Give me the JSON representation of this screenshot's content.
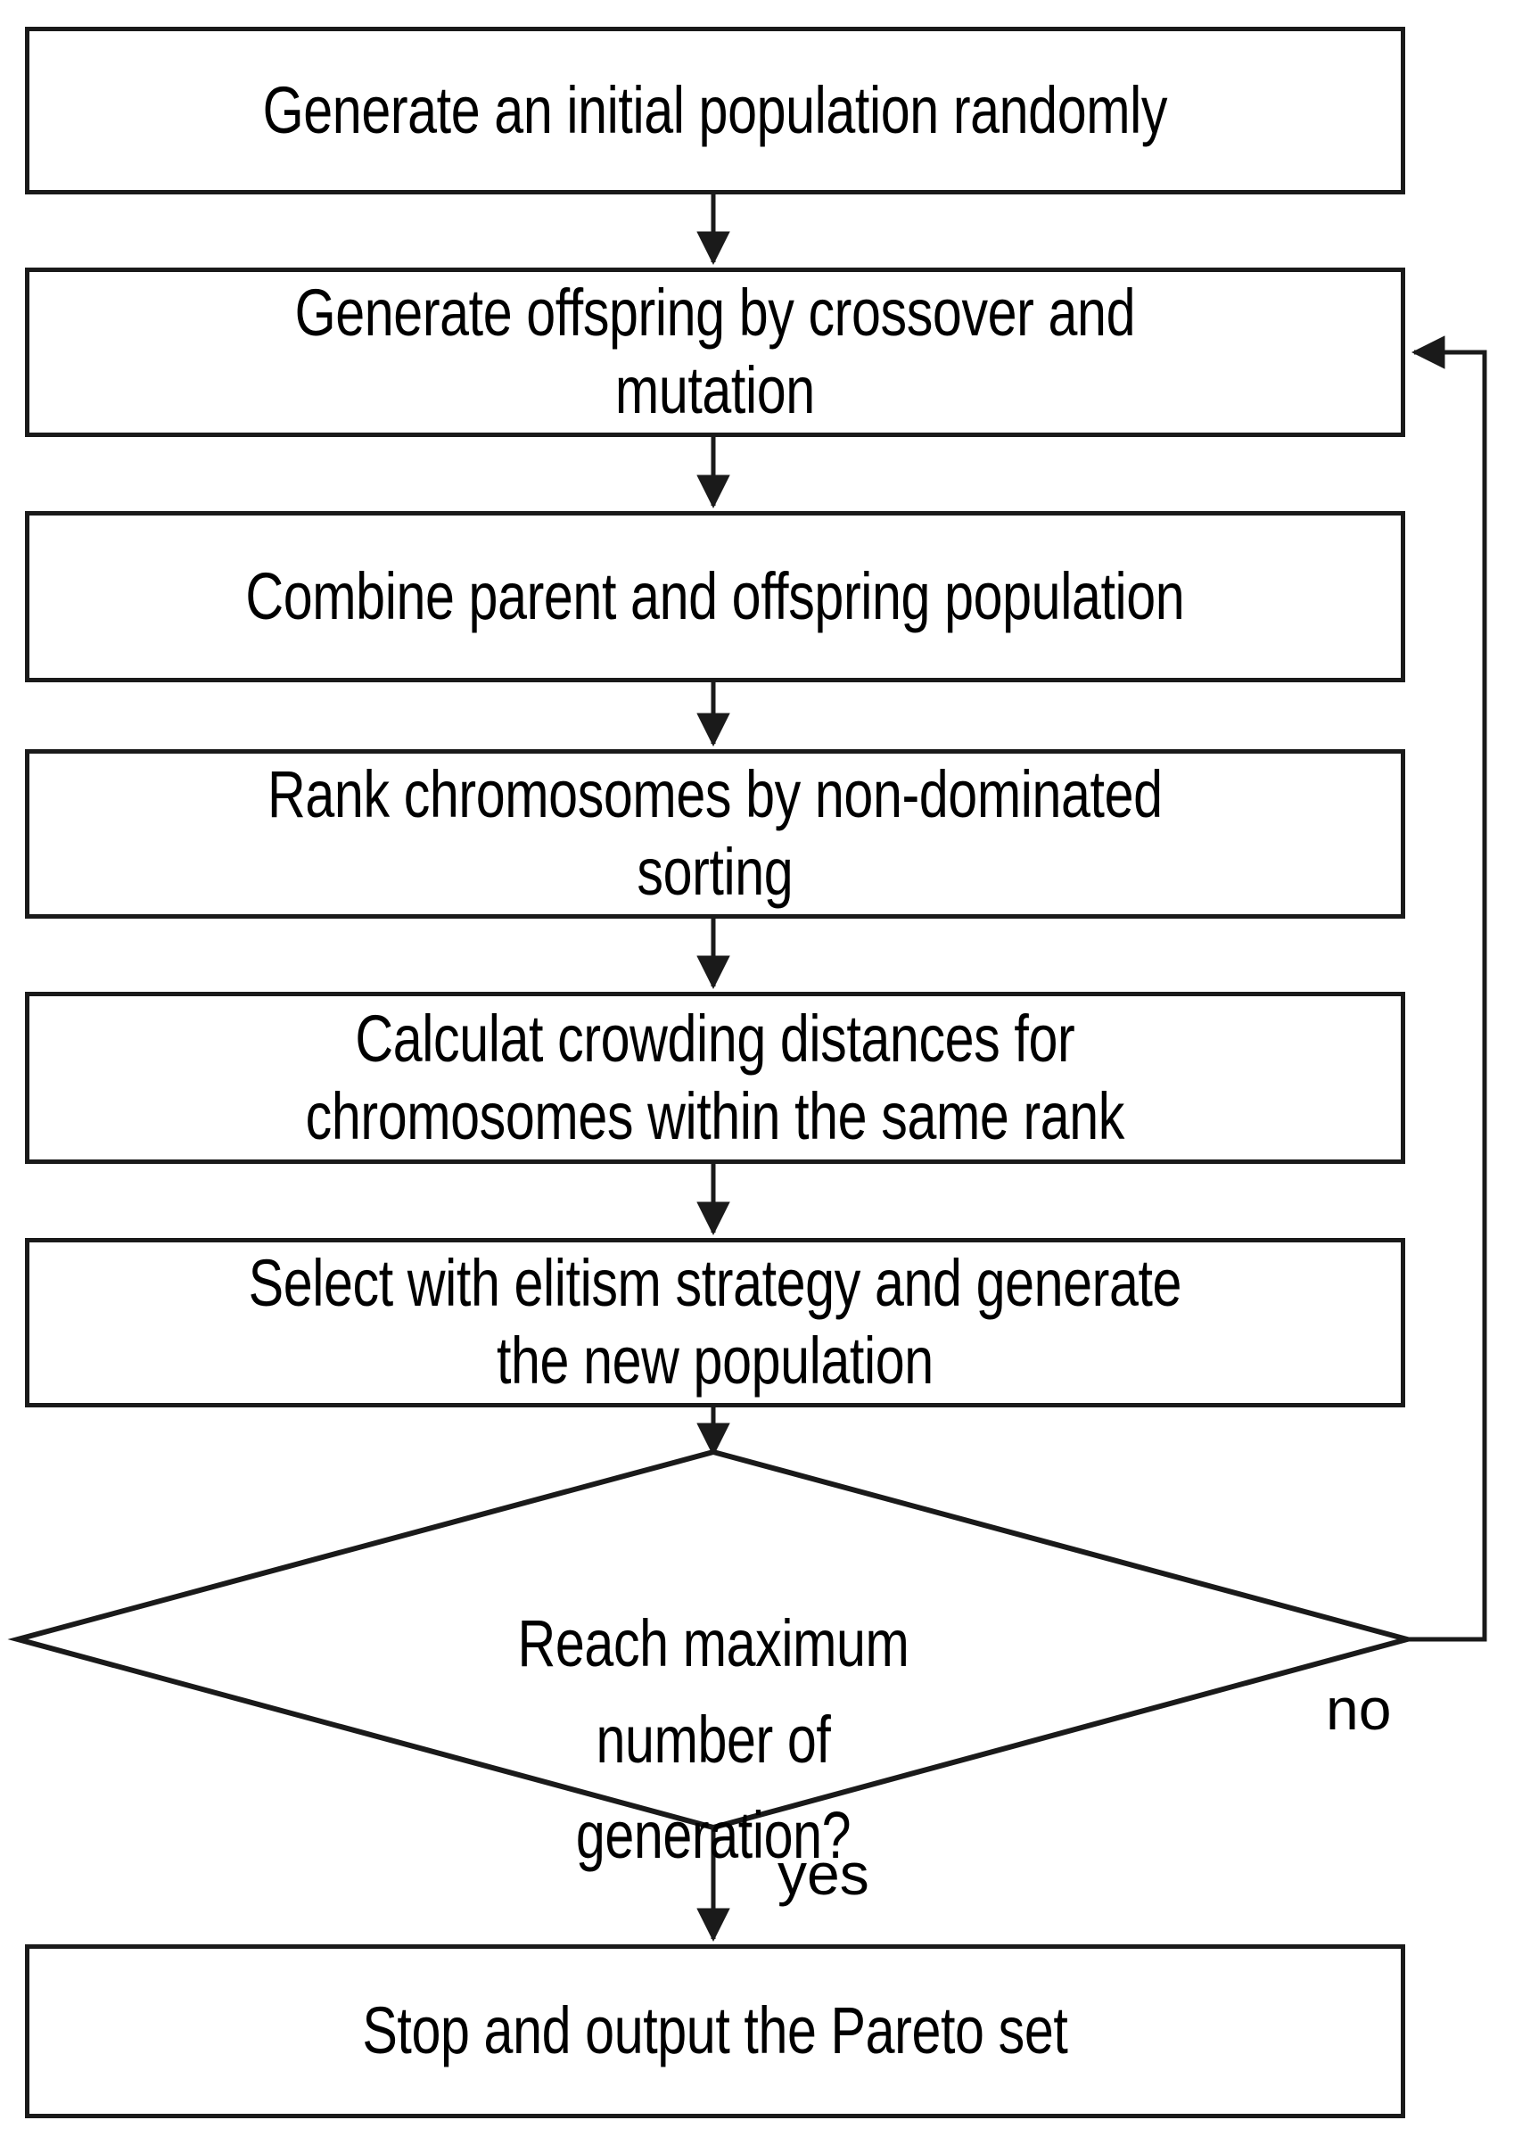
{
  "diagram": {
    "title": "NSGA-II multi-objective genetic algorithm flowchart",
    "type": "flowchart",
    "line_color": "#1a1a1a",
    "background_color": "#ffffff",
    "text_color": "#000000"
  },
  "nodes": [
    {
      "id": "n1",
      "shape": "process",
      "label": "Generate an initial population randomly"
    },
    {
      "id": "n2",
      "shape": "process",
      "label": "Generate offspring by crossover and\nmutation"
    },
    {
      "id": "n3",
      "shape": "process",
      "label": "Combine parent and offspring population"
    },
    {
      "id": "n4",
      "shape": "process",
      "label": "Rank chromosomes by non-dominated\nsorting"
    },
    {
      "id": "n5",
      "shape": "process",
      "label": "Calculat crowding distances for\nchromosomes within the same rank"
    },
    {
      "id": "n6",
      "shape": "process",
      "label": "Select with elitism strategy and generate\nthe new population"
    },
    {
      "id": "n7",
      "shape": "decision",
      "label": "Reach maximum\nnumber of\ngeneration?"
    },
    {
      "id": "n8",
      "shape": "process",
      "label": "Stop and output the Pareto set"
    }
  ],
  "edges": [
    {
      "from": "n1",
      "to": "n2",
      "label": ""
    },
    {
      "from": "n2",
      "to": "n3",
      "label": ""
    },
    {
      "from": "n3",
      "to": "n4",
      "label": ""
    },
    {
      "from": "n4",
      "to": "n5",
      "label": ""
    },
    {
      "from": "n5",
      "to": "n6",
      "label": ""
    },
    {
      "from": "n6",
      "to": "n7",
      "label": ""
    },
    {
      "from": "n7",
      "to": "n8",
      "label": "yes"
    },
    {
      "from": "n7",
      "to": "n2",
      "label": "no"
    }
  ],
  "branch_labels": {
    "no": "no",
    "yes": "yes"
  }
}
